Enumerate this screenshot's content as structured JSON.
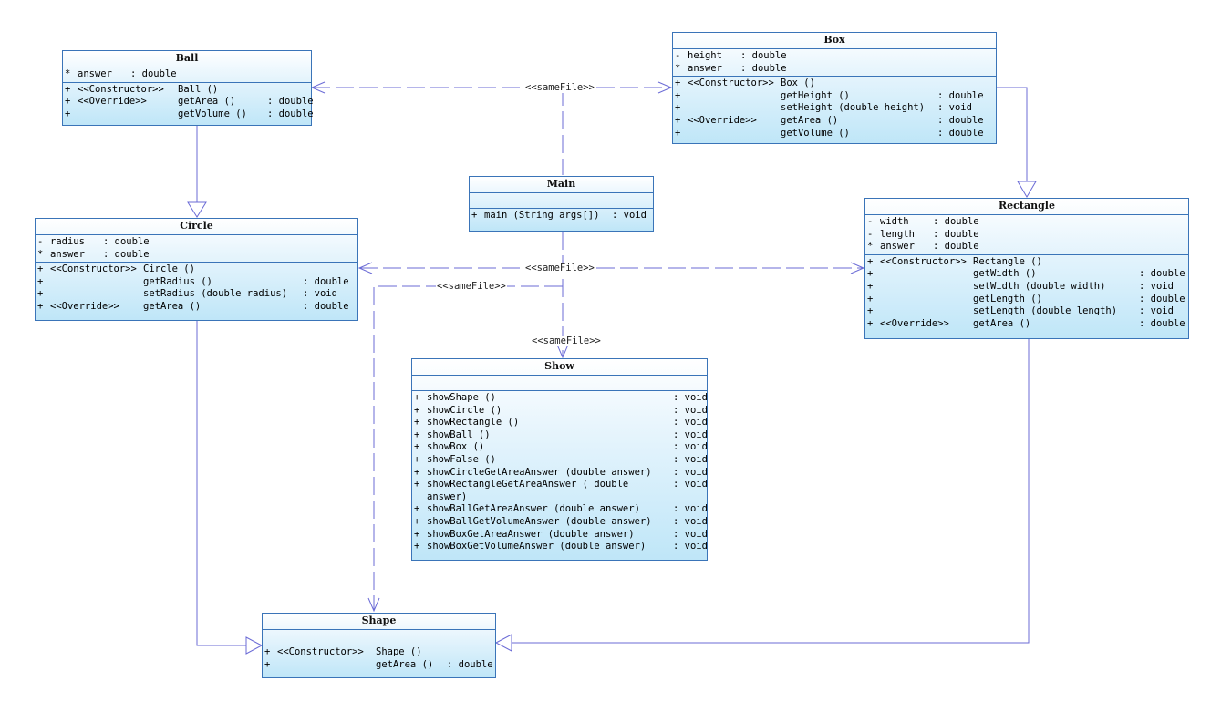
{
  "classes": {
    "ball": {
      "name": "Ball",
      "attributes": [
        {
          "vis": "*",
          "name": "answer",
          "type": ": double"
        }
      ],
      "operations": [
        {
          "vis": "+",
          "stereotype": "<<Constructor>>",
          "name": "Ball ()",
          "type": ""
        },
        {
          "vis": "+",
          "stereotype": "<<Override>>",
          "name": "getArea ()",
          "type": ": double"
        },
        {
          "vis": "+",
          "stereotype": "",
          "name": "getVolume ()",
          "type": ": double"
        }
      ]
    },
    "box": {
      "name": "Box",
      "attributes": [
        {
          "vis": "-",
          "name": "height",
          "type": ": double"
        },
        {
          "vis": "*",
          "name": "answer",
          "type": ": double"
        }
      ],
      "operations": [
        {
          "vis": "+",
          "stereotype": "<<Constructor>>",
          "name": "Box ()",
          "type": ""
        },
        {
          "vis": "+",
          "stereotype": "",
          "name": "getHeight ()",
          "type": ": double"
        },
        {
          "vis": "+",
          "stereotype": "",
          "name": "setHeight (double height)",
          "type": ": void"
        },
        {
          "vis": "+",
          "stereotype": "<<Override>>",
          "name": "getArea ()",
          "type": ": double"
        },
        {
          "vis": "+",
          "stereotype": "",
          "name": "getVolume ()",
          "type": ": double"
        }
      ]
    },
    "main": {
      "name": "Main",
      "attributes": [],
      "operations": [
        {
          "vis": "+",
          "stereotype": "",
          "name": "main (String args[])",
          "type": ": void"
        }
      ]
    },
    "circle": {
      "name": "Circle",
      "attributes": [
        {
          "vis": "-",
          "name": "radius",
          "type": ": double"
        },
        {
          "vis": "*",
          "name": "answer",
          "type": ": double"
        }
      ],
      "operations": [
        {
          "vis": "+",
          "stereotype": "<<Constructor>>",
          "name": "Circle ()",
          "type": ""
        },
        {
          "vis": "+",
          "stereotype": "",
          "name": "getRadius ()",
          "type": ": double"
        },
        {
          "vis": "+",
          "stereotype": "",
          "name": "setRadius (double radius)",
          "type": ": void"
        },
        {
          "vis": "+",
          "stereotype": "<<Override>>",
          "name": "getArea ()",
          "type": ": double"
        }
      ]
    },
    "rectangle": {
      "name": "Rectangle",
      "attributes": [
        {
          "vis": "-",
          "name": "width",
          "type": ": double"
        },
        {
          "vis": "-",
          "name": "length",
          "type": ": double"
        },
        {
          "vis": "*",
          "name": "answer",
          "type": ": double"
        }
      ],
      "operations": [
        {
          "vis": "+",
          "stereotype": "<<Constructor>>",
          "name": "Rectangle ()",
          "type": ""
        },
        {
          "vis": "+",
          "stereotype": "",
          "name": "getWidth ()",
          "type": ": double"
        },
        {
          "vis": "+",
          "stereotype": "",
          "name": "setWidth (double width)",
          "type": ": void"
        },
        {
          "vis": "+",
          "stereotype": "",
          "name": "getLength ()",
          "type": ": double"
        },
        {
          "vis": "+",
          "stereotype": "",
          "name": "setLength (double length)",
          "type": ": void"
        },
        {
          "vis": "+",
          "stereotype": "<<Override>>",
          "name": "getArea ()",
          "type": ": double"
        }
      ]
    },
    "show": {
      "name": "Show",
      "attributes": [],
      "operations": [
        {
          "vis": "+",
          "stereotype": "",
          "name": "showShape ()",
          "type": ": void"
        },
        {
          "vis": "+",
          "stereotype": "",
          "name": "showCircle ()",
          "type": ": void"
        },
        {
          "vis": "+",
          "stereotype": "",
          "name": "showRectangle ()",
          "type": ": void"
        },
        {
          "vis": "+",
          "stereotype": "",
          "name": "showBall ()",
          "type": ": void"
        },
        {
          "vis": "+",
          "stereotype": "",
          "name": "showBox ()",
          "type": ": void"
        },
        {
          "vis": "+",
          "stereotype": "",
          "name": "showFalse ()",
          "type": ": void"
        },
        {
          "vis": "+",
          "stereotype": "",
          "name": "showCircleGetAreaAnswer (double answer)",
          "type": ": void"
        },
        {
          "vis": "+",
          "stereotype": "",
          "name": "showRectangleGetAreaAnswer ( double answer)",
          "type": ": void"
        },
        {
          "vis": "+",
          "stereotype": "",
          "name": "showBallGetAreaAnswer (double answer)",
          "type": ": void"
        },
        {
          "vis": "+",
          "stereotype": "",
          "name": "showBallGetVolumeAnswer (double answer)",
          "type": ": void"
        },
        {
          "vis": "+",
          "stereotype": "",
          "name": "showBoxGetAreaAnswer (double answer)",
          "type": ": void"
        },
        {
          "vis": "+",
          "stereotype": "",
          "name": "showBoxGetVolumeAnswer (double answer)",
          "type": ": void"
        }
      ]
    },
    "shape": {
      "name": "Shape",
      "attributes": [],
      "operations": [
        {
          "vis": "+",
          "stereotype": "<<Constructor>>",
          "name": "Shape ()",
          "type": ""
        },
        {
          "vis": "+",
          "stereotype": "",
          "name": "getArea ()",
          "type": ": double"
        }
      ]
    }
  },
  "relations": {
    "ball_box_label": "<<sameFile>>",
    "circle_rectangle_label": "<<sameFile>>",
    "main_shape_label": "<<sameFile>>",
    "main_show_label": "<<sameFile>>"
  },
  "colors": {
    "border": "#3a74b8",
    "connector": "#6b6bd6",
    "box_fill_bottom": "#bfe6f8"
  }
}
